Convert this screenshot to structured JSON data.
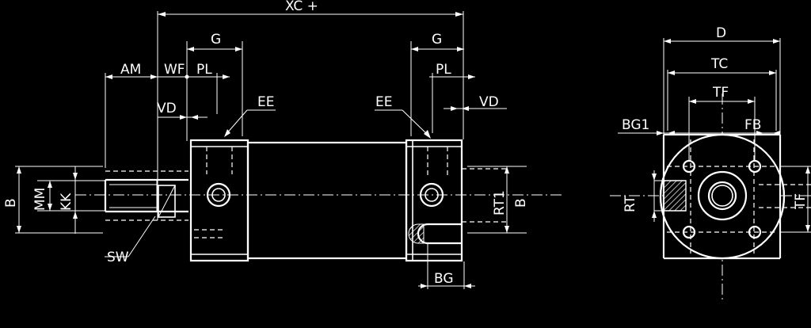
{
  "drawing": {
    "side_view_labels": {
      "xc": "XC +",
      "g_left": "G",
      "g_right": "G",
      "am": "AM",
      "wf": "WF",
      "pl_left": "PL",
      "pl_right": "PL",
      "vd_left": "VD",
      "vd_right": "VD",
      "ee_left": "EE",
      "ee_right": "EE",
      "b_left": "B",
      "mm": "MM",
      "kk": "KK",
      "sw": "SW",
      "rt1": "RT1",
      "b_right": "B",
      "bg": "BG"
    },
    "end_view_labels": {
      "d": "D",
      "tc": "TC",
      "tf_top": "TF",
      "bg1": "BG1",
      "fb": "FB",
      "rt": "RT",
      "tf_side": "TF"
    }
  }
}
